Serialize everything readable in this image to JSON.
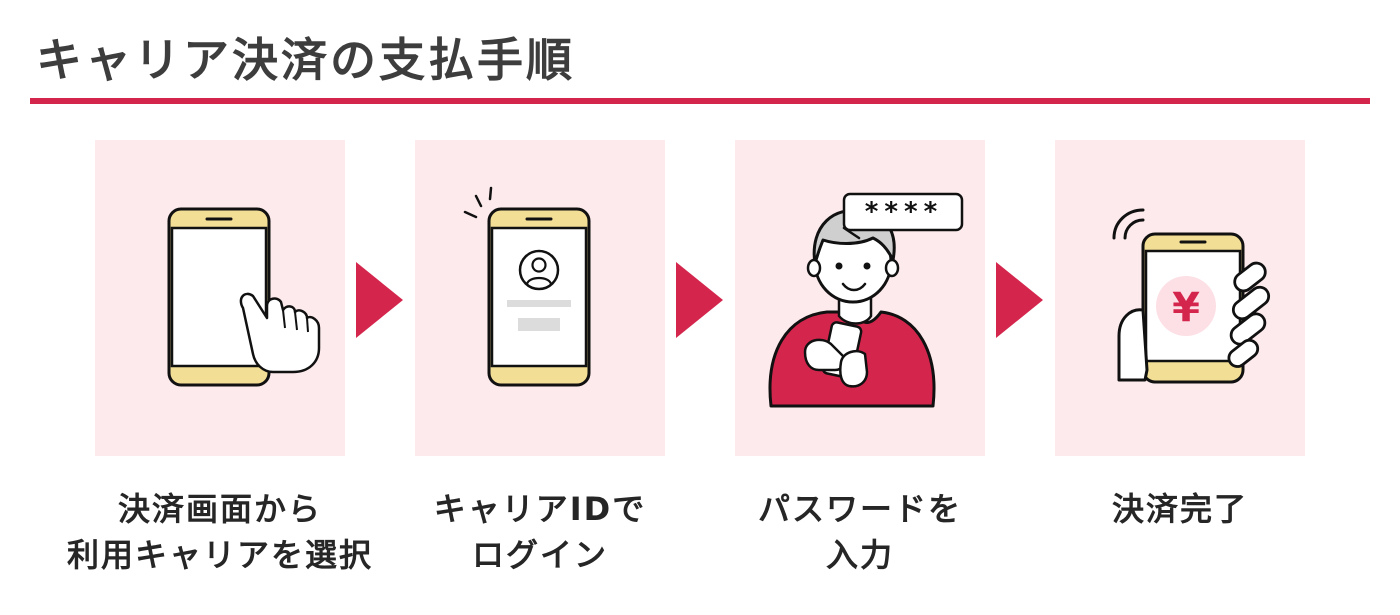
{
  "title": "キャリア決済の支払手順",
  "colors": {
    "accent": "#d4254d",
    "card_bg": "#fdeaec",
    "phone_frame": "#f3de95",
    "title_text": "#3d3d3d"
  },
  "steps": [
    {
      "lines": [
        "決済画面から",
        "利用キャリアを選択"
      ],
      "icon": "phone-tap-icon"
    },
    {
      "lines": [
        "キャリアIDで",
        "ログイン"
      ],
      "icon": "phone-login-icon"
    },
    {
      "lines": [
        "パスワードを",
        "入力"
      ],
      "icon": "person-password-icon",
      "password_mask": "****"
    },
    {
      "lines": [
        "決済完了"
      ],
      "icon": "phone-payment-icon",
      "currency_symbol": "¥"
    }
  ]
}
